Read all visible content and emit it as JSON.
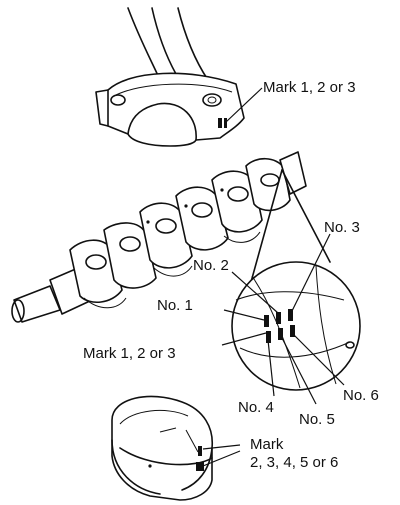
{
  "labels": {
    "rod_mark": "Mark 1, 2 or 3",
    "no3": "No. 3",
    "no2": "No. 2",
    "no1": "No. 1",
    "crank_mark": "Mark 1, 2 or 3",
    "no6": "No. 6",
    "no4": "No. 4",
    "no5": "No. 5",
    "bearing_mark_line1": "Mark",
    "bearing_mark_line2": "2, 3, 4, 5 or 6"
  }
}
